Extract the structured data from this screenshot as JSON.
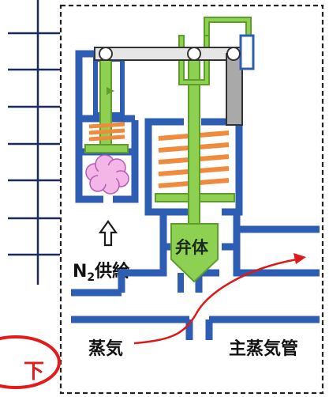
{
  "labels": {
    "valve_body": "弁体",
    "n2_supply": "N",
    "n2_subscript": "2",
    "n2_supply_suffix": "供給",
    "steam": "蒸気",
    "main_steam_pipe": "主蒸気管",
    "cut_off_text": "下"
  },
  "colors": {
    "pipe_blue": "#2e5eb4",
    "stem_green": "#8ed152",
    "stem_green_dark": "#5e9e2a",
    "spring_orange": "#f08a3c",
    "gas_pink": "#f4b6e6",
    "link_gray": "#a9a9a9",
    "flow_red": "#e01818",
    "callout_red": "#e51b1b",
    "dashed_border": "#222222"
  }
}
